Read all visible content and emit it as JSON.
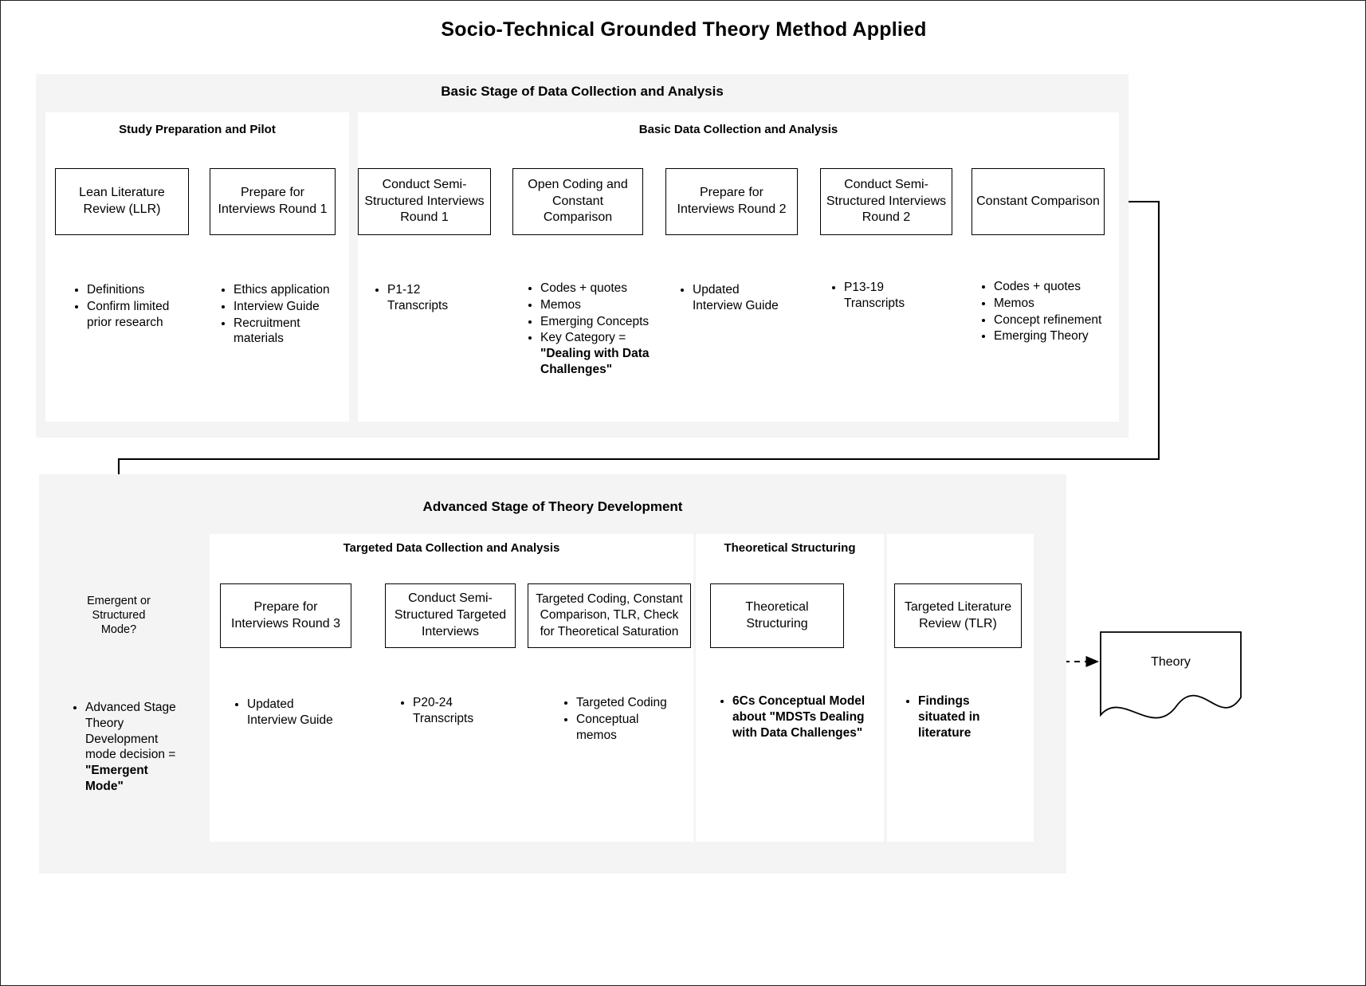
{
  "title": "Socio-Technical Grounded Theory Method Applied",
  "colors": {
    "panel_bg": "#f4f4f4",
    "subpanel_bg": "#ffffff",
    "note_bg": "#f2f2f2",
    "stroke": "#000000",
    "note_stroke": "#666666"
  },
  "panels": {
    "basic": {
      "title": "Basic Stage of Data Collection and  Analysis",
      "sections": [
        {
          "title": "Study Preparation and Pilot"
        },
        {
          "title": "Basic Data Collection and Analysis"
        }
      ]
    },
    "advanced": {
      "title": "Advanced Stage of Theory Development",
      "sections": [
        {
          "title": "Targeted Data Collection and Analysis"
        },
        {
          "title": "Theoretical Structuring"
        }
      ]
    }
  },
  "boxes": {
    "llr": "Lean Literature Review (LLR)",
    "prep1": "Prepare for Interviews Round 1",
    "interviews1": "Conduct Semi-Structured Interviews Round 1",
    "opencoding": "Open Coding and Constant Comparison",
    "prep2": "Prepare for Interviews Round 2",
    "interviews2": "Conduct Semi-Structured Interviews Round 2",
    "constcomp": "Constant Comparison",
    "prep3": "Prepare for Interviews Round 3",
    "targeted_interviews": "Conduct Semi-Structured Targeted Interviews",
    "targeted_coding": "Targeted Coding, Constant Comparison, TLR, Check for Theoretical Saturation",
    "theoretical_structuring": "Theoretical Structuring",
    "tlr": "Targeted Literature Review (TLR)",
    "theory": "Theory"
  },
  "decision": {
    "label": "Emergent or Structured Mode?"
  },
  "notes": {
    "llr_note": [
      {
        "text": "Definitions",
        "bold": false
      },
      {
        "text": "Confirm limited prior research",
        "bold": false
      }
    ],
    "prep1_note": [
      {
        "text": "Ethics application",
        "bold": false
      },
      {
        "text": "Interview Guide",
        "bold": false
      },
      {
        "text": "Recruitment materials",
        "bold": false
      }
    ],
    "interviews1_note": [
      {
        "text": "P1-12 Transcripts",
        "bold": false
      }
    ],
    "opencoding_note": [
      {
        "text": "Codes + quotes",
        "bold": false
      },
      {
        "text": "Memos",
        "bold": false
      },
      {
        "text": "Emerging Concepts",
        "bold": false
      },
      {
        "text": "Key Category = ",
        "bold_tail": "\"Dealing with Data Challenges\"",
        "bold": false
      }
    ],
    "prep2_note": [
      {
        "text": "Updated Interview Guide",
        "bold": false
      }
    ],
    "interviews2_note": [
      {
        "text": "P13-19 Transcripts",
        "bold": false
      }
    ],
    "constcomp_note": [
      {
        "text": "Codes + quotes",
        "bold": false
      },
      {
        "text": "Memos",
        "bold": false
      },
      {
        "text": "Concept refinement",
        "bold": false
      },
      {
        "text": "Emerging Theory",
        "bold": false
      }
    ],
    "decision_note": [
      {
        "text": "Advanced Stage Theory Development mode decision = ",
        "bold_tail": "\"Emergent Mode\"",
        "bold": false
      }
    ],
    "prep3_note": [
      {
        "text": "Updated Interview Guide",
        "bold": false
      }
    ],
    "targeted_interviews_note": [
      {
        "text": "P20-24 Transcripts",
        "bold": false
      }
    ],
    "targeted_coding_note": [
      {
        "text": "Targeted Coding",
        "bold": false
      },
      {
        "text": "Conceptual memos",
        "bold": false
      }
    ],
    "theoretical_structuring_note": [
      {
        "text": "6Cs Conceptual Model about \"MDSTs Dealing with Data Challenges\"",
        "bold": true
      }
    ],
    "tlr_note": [
      {
        "text": "Findings situated in literature",
        "bold": true
      }
    ]
  }
}
